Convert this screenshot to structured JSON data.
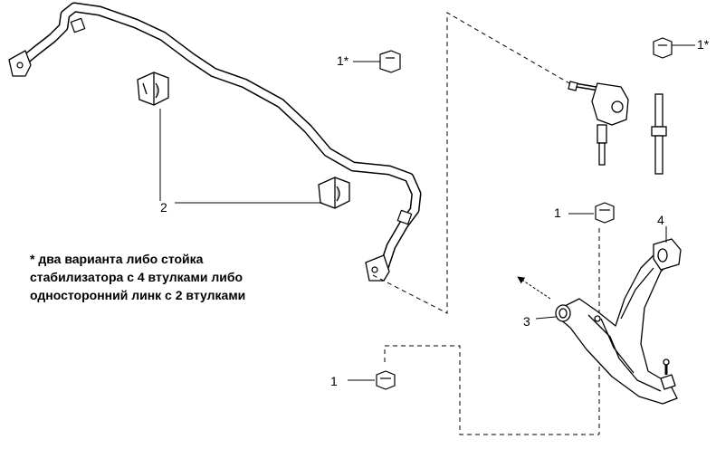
{
  "labels": {
    "item_1_top_left": "1*",
    "item_1_top_right": "1*",
    "item_2": "2",
    "item_1_mid": "1",
    "item_4": "4",
    "item_3": "3",
    "item_1_bottom": "1"
  },
  "note_lines": [
    "* два варианта либо стойка",
    "стабилизатора с 4 втулками либо",
    "односторонний линк с 2 втулками"
  ],
  "colors": {
    "line": "#000000",
    "part_fill": "#ffffff",
    "shade": "#cfcfcf"
  }
}
